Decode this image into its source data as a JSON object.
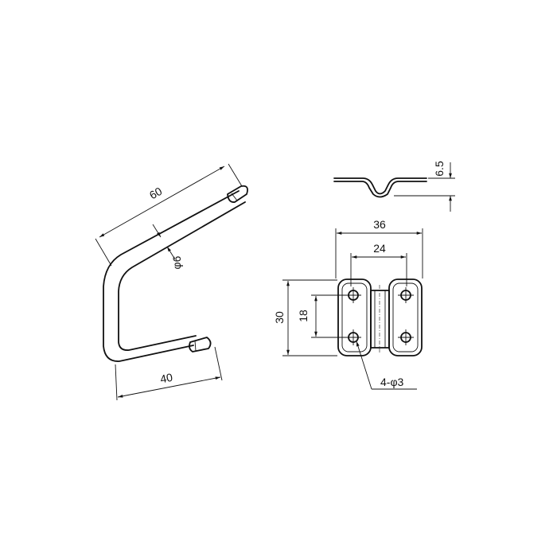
{
  "dimensions": {
    "hook_upper_length": "60",
    "wire_diameter": "φ6",
    "hook_lower_length": "40",
    "profile_height": "6.5",
    "plate_width": "36",
    "hole_spacing_x": "24",
    "plate_height": "30",
    "hole_spacing_y": "18",
    "hole_callout": "4-φ3"
  }
}
